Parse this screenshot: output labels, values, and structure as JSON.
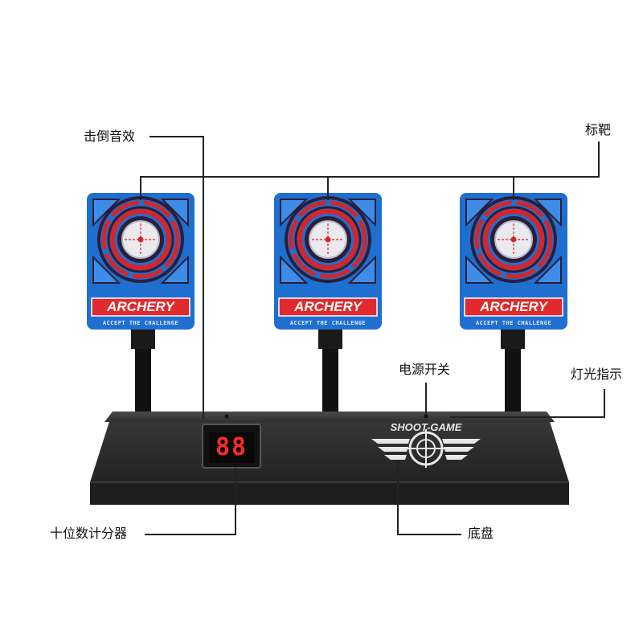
{
  "callouts": {
    "hit_sound": "击倒音效",
    "targets": "标靶",
    "power_switch": "电源开关",
    "light_indicator": "灯光指示",
    "counter": "十位数计分器",
    "base": "底盘"
  },
  "target_card": {
    "title": "ARCHERY",
    "subtitle": "ACCEPT THE CHALLENGE"
  },
  "base_unit": {
    "display_digits": "88",
    "brand": "SHOOT-GAME"
  },
  "colors": {
    "card_blue": "#1f6fd0",
    "ring_red": "#d4262a",
    "ring_dark": "#2a1f3a",
    "banner_red": "#e02a2e",
    "base_dark": "#2b2b2b",
    "led_red": "#ff2a2a"
  }
}
